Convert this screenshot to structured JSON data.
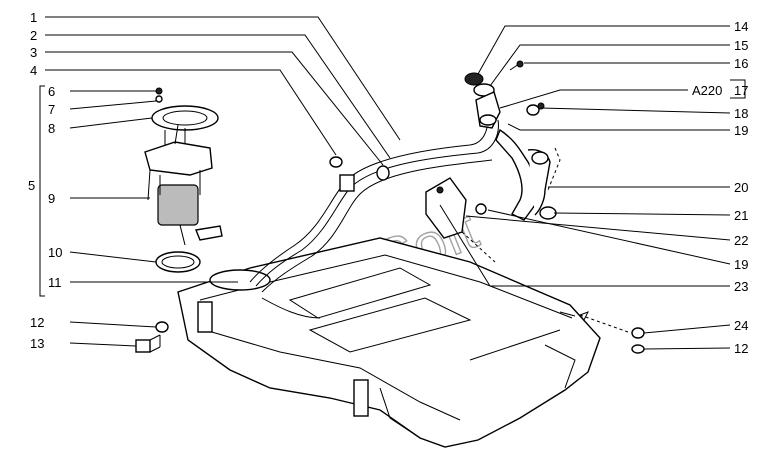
{
  "watermark": "AutoSoft",
  "labels": {
    "l1": "1",
    "l2": "2",
    "l3": "3",
    "l4": "4",
    "l5": "5",
    "l6": "6",
    "l7": "7",
    "l8": "8",
    "l9": "9",
    "l10": "10",
    "l11": "11",
    "l12a": "12",
    "l13": "13",
    "r14": "14",
    "r15": "15",
    "r16": "16",
    "r17": "17",
    "r17code": "A220",
    "r18": "18",
    "r19a": "19",
    "r20": "20",
    "r21": "21",
    "r22": "22",
    "r19b": "19",
    "r23": "23",
    "r24": "24",
    "r12b": "12"
  }
}
